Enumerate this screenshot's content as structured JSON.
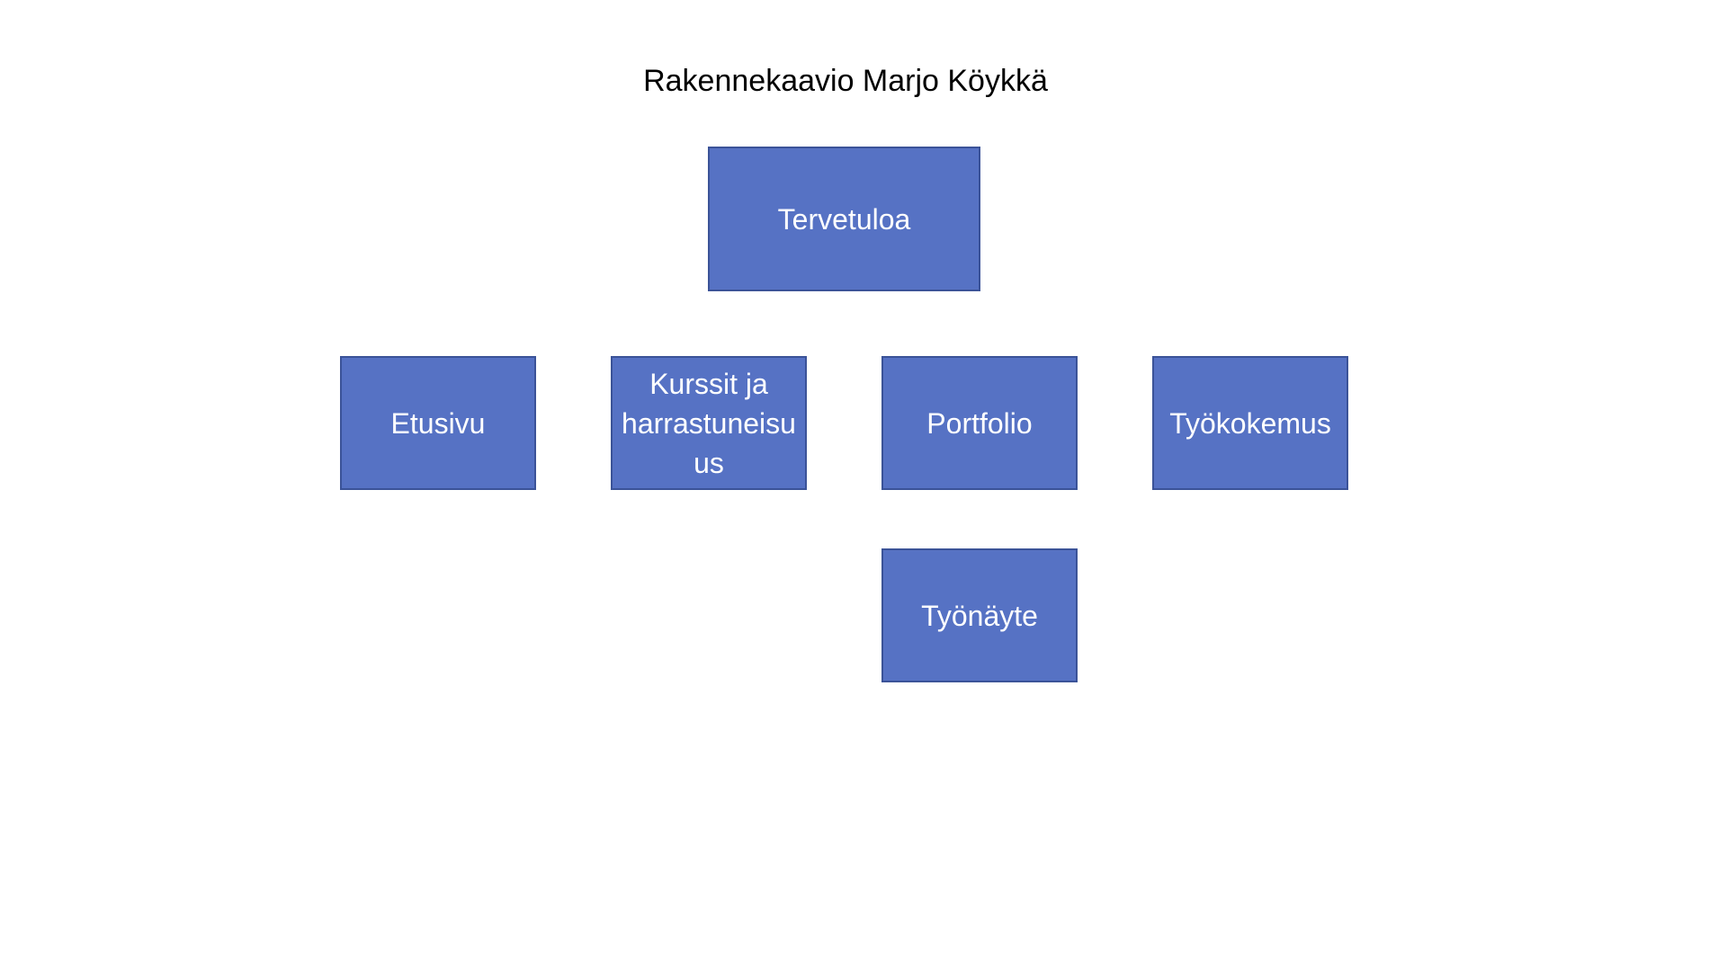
{
  "title": "Rakennekaavio Marjo Köykkä",
  "colors": {
    "box_fill": "#5672c4",
    "box_border": "#3b5398",
    "box_text": "#ffffff",
    "title_text": "#000000",
    "background": "#ffffff"
  },
  "nodes": {
    "tervetuloa": "Tervetuloa",
    "etusivu": "Etusivu",
    "kurssit": "Kurssit ja harrastuneisuus",
    "portfolio": "Portfolio",
    "tyokokemus": "Työkokemus",
    "tyonayte": "Työnäyte"
  }
}
